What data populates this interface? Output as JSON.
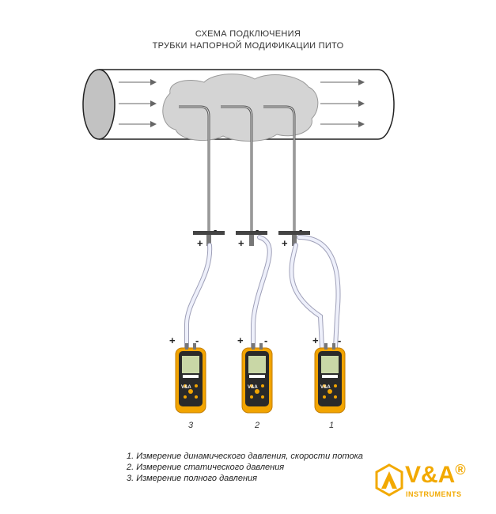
{
  "title": {
    "line1": "СХЕМА ПОДКЛЮЧЕНИЯ",
    "line2": "ТРУБКИ НАПОРНОЙ МОДИФИКАЦИИ ПИТО"
  },
  "signs": {
    "plus": "+",
    "minus": "-"
  },
  "meters": [
    {
      "number": "3",
      "brand": "V&A"
    },
    {
      "number": "2",
      "brand": "V&A"
    },
    {
      "number": "1",
      "brand": "V&A"
    }
  ],
  "legend": [
    "1. Измерение динамического давления, скорости потока",
    "2. Измерение статического давления",
    "3. Измерение полного давления"
  ],
  "logo": {
    "text": "V&A",
    "registered": "®",
    "sub": "INSTRUMENTS",
    "color": "#f2a900"
  },
  "colors": {
    "meter_body": "#f2a400",
    "meter_face": "#2a2a2a",
    "screen": "#c9d7a6",
    "tube": "#e8e8f5",
    "pipe_end": "#bdbdbd",
    "cloud": "#d4d4d4"
  }
}
